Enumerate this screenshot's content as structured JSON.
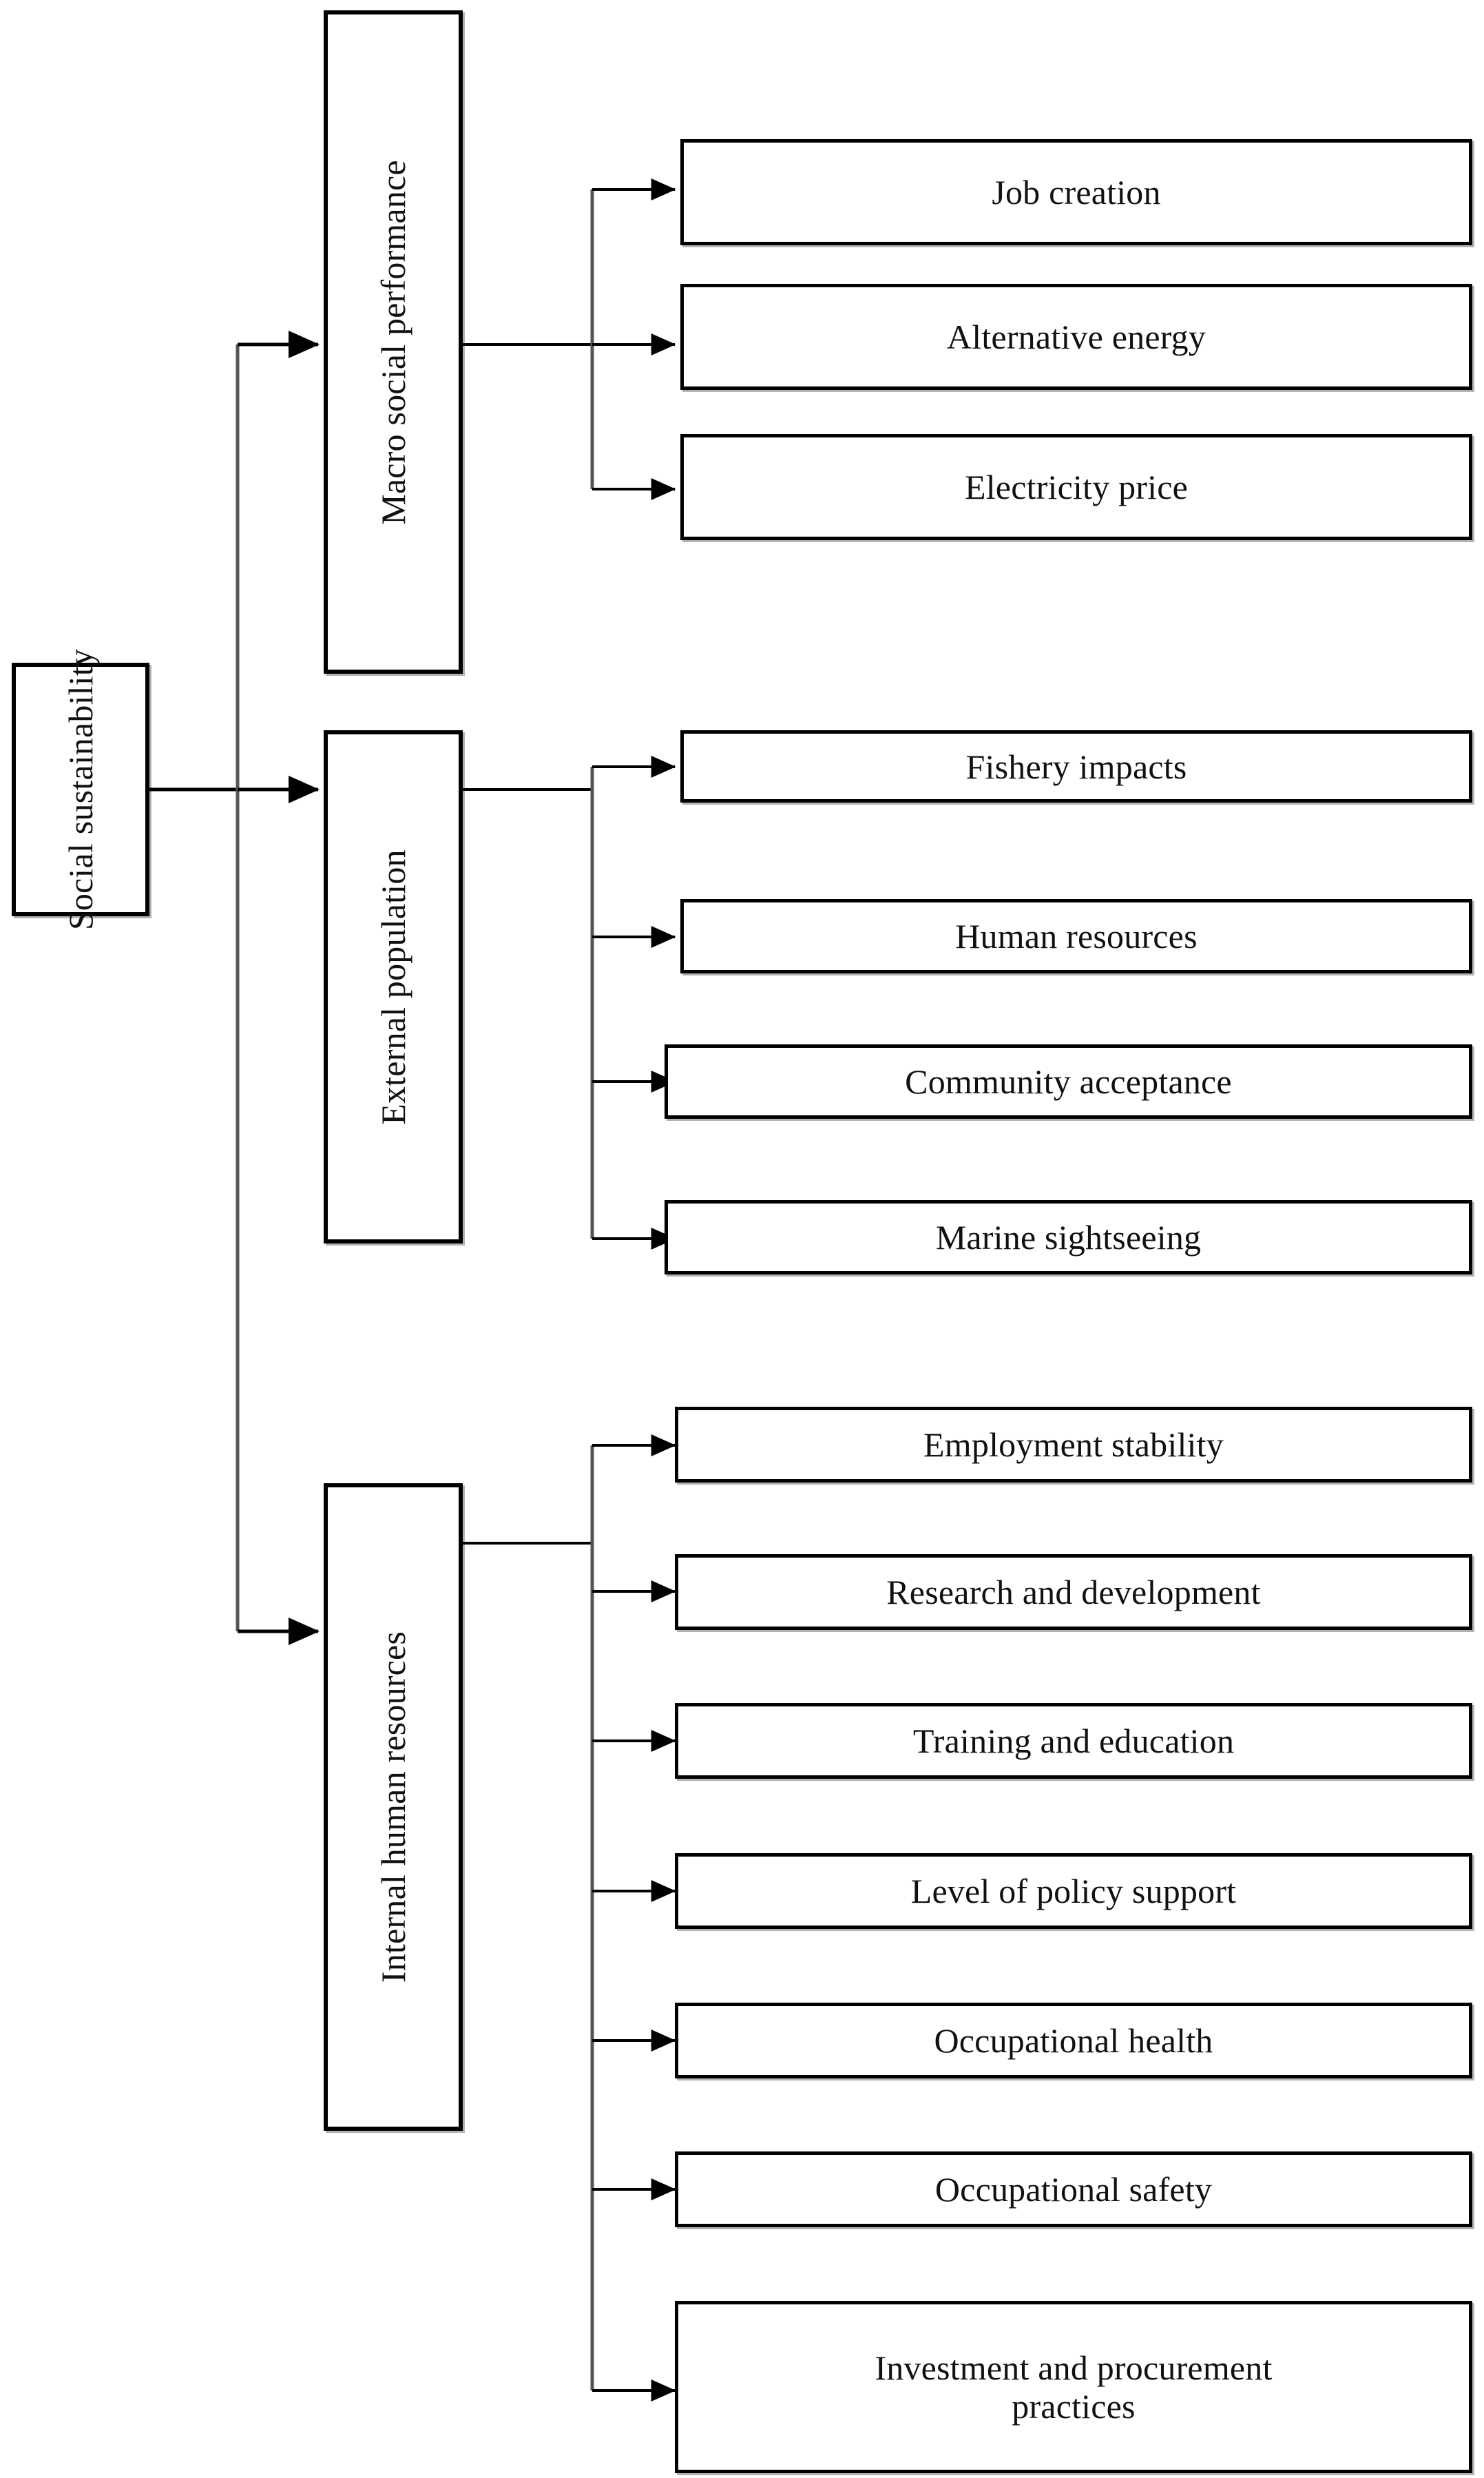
{
  "diagram": {
    "type": "hierarchy-tree",
    "orientation": "left-to-right",
    "root": {
      "id": "social-sustainability",
      "label": "Social sustainability",
      "text_orientation": "vertical-rotated-90"
    },
    "branches": [
      {
        "id": "macro-social-performance",
        "label": "Macro social performance",
        "text_orientation": "vertical-rotated-90",
        "children": [
          {
            "id": "job-creation",
            "label": "Job creation"
          },
          {
            "id": "alternative-energy",
            "label": "Alternative energy"
          },
          {
            "id": "electricity-price",
            "label": "Electricity price"
          }
        ]
      },
      {
        "id": "external-population",
        "label": "External population",
        "text_orientation": "vertical-rotated-90",
        "children": [
          {
            "id": "fishery-impacts",
            "label": "Fishery impacts"
          },
          {
            "id": "human-resources",
            "label": "Human resources"
          },
          {
            "id": "community-acceptance",
            "label": "Community acceptance"
          },
          {
            "id": "marine-sightseeing",
            "label": "Marine sightseeing"
          }
        ]
      },
      {
        "id": "internal-human-resources",
        "label": "Internal human resources",
        "text_orientation": "vertical-rotated-90",
        "children": [
          {
            "id": "employment-stability",
            "label": "Employment stability"
          },
          {
            "id": "research-and-development",
            "label": "Research and development"
          },
          {
            "id": "training-and-education",
            "label": "Training and education"
          },
          {
            "id": "level-of-policy-support",
            "label": "Level of policy support"
          },
          {
            "id": "occupational-health",
            "label": "Occupational health"
          },
          {
            "id": "occupational-safety",
            "label": "Occupational safety"
          },
          {
            "id": "investment-and-procurement-practices",
            "label": "Investment and procurement\npractices"
          }
        ]
      }
    ],
    "colors": {
      "box_border": "#000000",
      "box_fill": "#ffffff",
      "connector": "#000000",
      "text": "#111111",
      "background": "#ffffff"
    }
  }
}
